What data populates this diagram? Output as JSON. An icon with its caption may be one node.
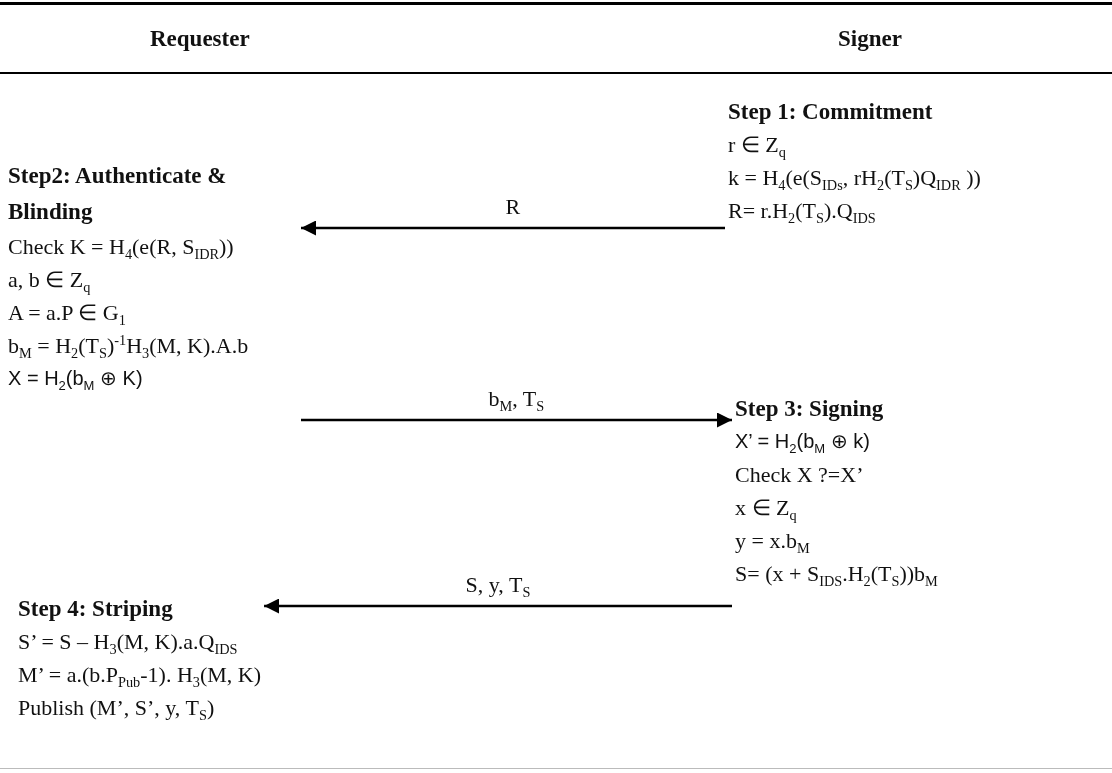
{
  "diagram": {
    "nodes": [
      {
        "text": [
          "Step 1: Commitment",
          "r ∈ Z$_{q}$",
          "k = H$_{4}$(e(S$_{IDs}$, rH$_{2}$(T$_{S}$)Q$_{IDR}$ ))",
          "R= r.H$_{2}$(T$_{S}$).Q$_{IDS}$"
        ]
      },
      {
        "text": [
          "Step2: Authenticate & Blinding",
          "Check K = H$_{4}$(e(R, S$_{IDR}$))",
          "a, b ∈ Z$_{q}$",
          "A = a.P ∈ G$_{1}$",
          "b$_{M}$ = H$_{2}$(T$_{S}$)$^{-1}$H$_{3}$(M, K).A.b",
          "X = H$_{2}$(b$_{M}$ ⊕ K)"
        ]
      },
      {
        "text": [
          "Step 3: Signing",
          "X’ = H$_{2}$(b$_{M}$ ⊕ k)",
          "Check X ?=X’",
          "x ∈ Z$_{q}$",
          "y = x.b$_{M}$",
          "S= (x + S$_{IDS}$.H$_{2}$(T$_{S}$))b$_{M}$"
        ]
      },
      {
        "text": [
          "Step 4: Striping",
          "S’ = S – H$_{3}$(M, K).a.Q$_{IDS}$",
          "M’ = a.(b.P$_{Pub}$-1). H$_{3}$(M, K)",
          "Publish (M’, S’, y, T$_{S}$)"
        ]
      }
    ],
    "edges": [
      {
        "from": 0,
        "to": 1,
        "arrow": "to",
        "label": "R"
      },
      {
        "from": 1,
        "to": 2,
        "arrow": "to",
        "label": "b$_{M}$, T$_{S}$"
      },
      {
        "from": 2,
        "to": 3,
        "arrow": "to",
        "label": "S, y, T$_{S}$"
      }
    ],
    "labels": [
      "Requester",
      "Signer"
    ]
  }
}
